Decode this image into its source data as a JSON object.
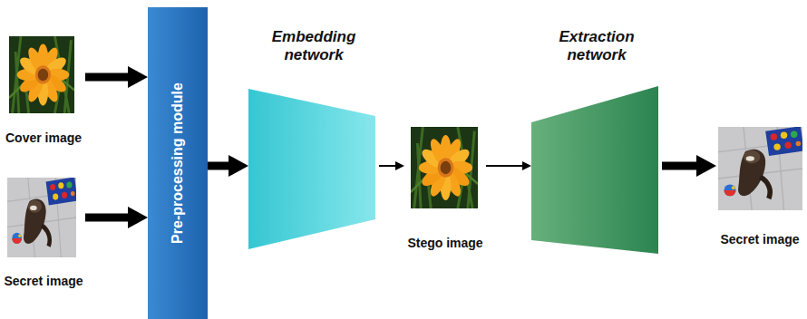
{
  "diagram": {
    "nodes": [
      {
        "text": [
          "Cover image"
        ]
      },
      {
        "text": [
          "Secret image"
        ]
      },
      {
        "text": [
          "Pre-processing module"
        ]
      },
      {
        "text": [
          "Embedding network"
        ]
      },
      {
        "text": [
          "Stego image"
        ]
      },
      {
        "text": [
          "Extraction network"
        ]
      },
      {
        "text": [
          "Secret image"
        ]
      }
    ],
    "edges": [
      {
        "from": 0,
        "to": 2,
        "arrow": "to"
      },
      {
        "from": 1,
        "to": 2,
        "arrow": "to"
      },
      {
        "from": 2,
        "to": 3,
        "arrow": "to"
      },
      {
        "from": 3,
        "to": 4,
        "arrow": "to"
      },
      {
        "from": 4,
        "to": 5,
        "arrow": "to"
      },
      {
        "from": 5,
        "to": 6,
        "arrow": "to"
      }
    ]
  }
}
